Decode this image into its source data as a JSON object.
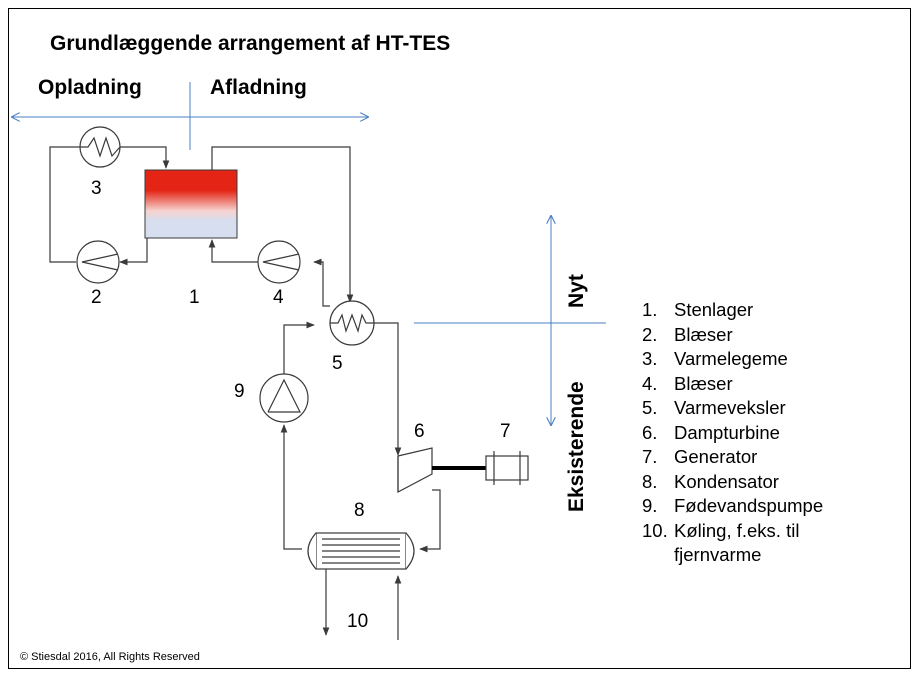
{
  "title": "Grundlæggende arrangement af HT-TES",
  "headers": {
    "charging": "Opladning",
    "discharging": "Afladning",
    "new": "Nyt",
    "existing": "Eksisterende"
  },
  "numbers": [
    "1",
    "2",
    "3",
    "4",
    "5",
    "6",
    "7",
    "8",
    "9",
    "10"
  ],
  "legend": [
    {
      "n": "1.",
      "label": "Stenlager"
    },
    {
      "n": "2.",
      "label": "Blæser"
    },
    {
      "n": "3.",
      "label": "Varmelegeme"
    },
    {
      "n": "4.",
      "label": "Blæser"
    },
    {
      "n": "5.",
      "label": "Varmeveksler"
    },
    {
      "n": "6.",
      "label": "Dampturbine"
    },
    {
      "n": "7.",
      "label": "Generator"
    },
    {
      "n": "8.",
      "label": "Kondensator"
    },
    {
      "n": "9.",
      "label": "Fødevandspumpe"
    },
    {
      "n": "10.",
      "label": "Køling, f.eks. til fjernvarme"
    }
  ],
  "copyright": "© Stiesdal 2016, All Rights Reserved",
  "colors": {
    "divider": "#4a7fc1",
    "storage_hot": "#e42515",
    "storage_cold": "#d6def0",
    "line": "#3a3a3a"
  }
}
